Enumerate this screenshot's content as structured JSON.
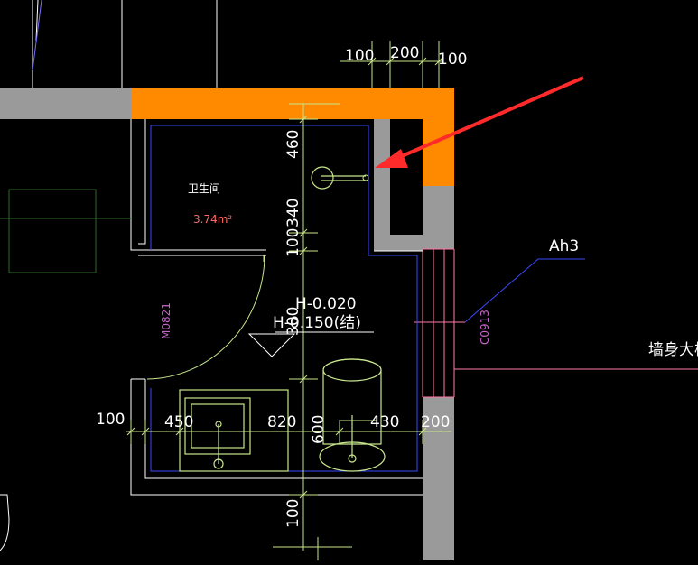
{
  "colors": {
    "background": "#000000",
    "wall_gray": "#9a9a9a",
    "wall_orange": "#ff8a00",
    "line_white": "#ffffff",
    "line_green": "#c8e68c",
    "line_blue": "#3a49ff",
    "line_pink": "#ff7aa8",
    "magenta_text": "#c865c8",
    "room_area_text": "#ff6a6a",
    "arrow_red": "#ff2a2a"
  },
  "room": {
    "name": "卫生间",
    "area": "3.74m²"
  },
  "door_tag": "M0821",
  "window_tag": "C0913",
  "wall_tag": "Ah3",
  "partial_text": "墙身大样",
  "elevation": {
    "finish": "H-0.020",
    "structural": "H-0.150(结)"
  },
  "dimensions": {
    "top_left": "100",
    "top_mid": "200",
    "top_right": "100",
    "v_460": "460",
    "v_340": "340",
    "v_100a": "100",
    "v_300": "300",
    "v_600": "600",
    "v_100b": "100",
    "h_100": "100",
    "h_450": "450",
    "h_820": "820",
    "h_430": "430",
    "h_200": "200"
  }
}
